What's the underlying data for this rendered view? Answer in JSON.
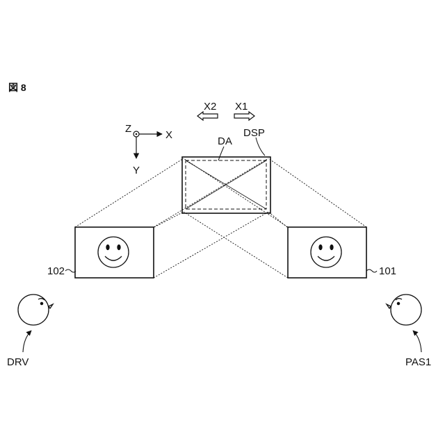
{
  "figure": {
    "label": "図 8"
  },
  "directions": {
    "x2": "X2",
    "x1": "X1"
  },
  "axes": {
    "z": "Z",
    "x": "X",
    "y": "Y"
  },
  "display": {
    "area_label": "DA",
    "panel_label": "DSP"
  },
  "images": {
    "left_ref": "102",
    "right_ref": "101"
  },
  "viewers": {
    "driver": "DRV",
    "passenger": "PAS1"
  },
  "colors": {
    "line": "#111111",
    "background": "#ffffff"
  }
}
